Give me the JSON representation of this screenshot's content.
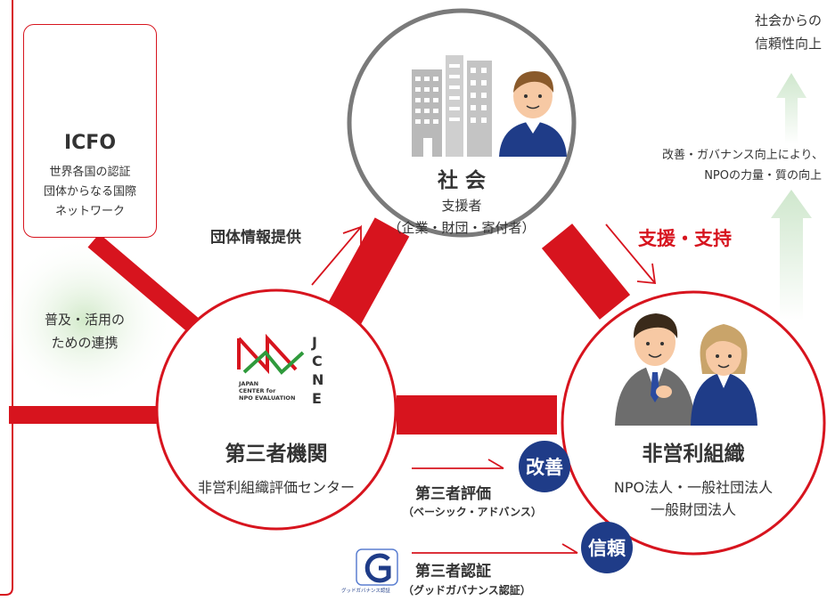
{
  "icfo": {
    "name": "ICFO",
    "desc_line1": "世界各国の認証",
    "desc_line2": "団体からなる国際",
    "desc_line3": "ネットワーク"
  },
  "cooperation": {
    "line1": "普及・活用の",
    "line2": "ための連携"
  },
  "society": {
    "title": "社 会",
    "sub1": "支援者",
    "sub2": "（企業・財団・寄付者）"
  },
  "jcne": {
    "letters": [
      "J",
      "C",
      "N",
      "E"
    ],
    "small_line1": "JAPAN",
    "small_line2": "CENTER for",
    "small_line3": "NPO EVALUATION",
    "title": "第三者機関",
    "subtitle": "非営利組織評価センター"
  },
  "npo": {
    "title": "非営利組織",
    "sub1": "NPO法人・一般社団法人",
    "sub2": "一般財団法人"
  },
  "arrows": {
    "info": "団体情報提供",
    "support": "支援・支持",
    "evaluation": "第三者評価",
    "evaluation_sub": "（ベーシック・アドバンス）",
    "certification": "第三者認証",
    "certification_sub": "（グッドガバナンス認証）"
  },
  "badges": {
    "improve": "改善",
    "trust": "信頼"
  },
  "good_gov_logo_text": "グッドガバナンス認証",
  "right_side": {
    "top_line1": "社会からの",
    "top_line2": "信頼性向上",
    "mid_line1": "改善・ガバナンス向上により、",
    "mid_line2": "NPOの力量・質の向上"
  },
  "colors": {
    "red": "#d7141e",
    "navy": "#1f3c88",
    "green": "#3aa041",
    "gray": "#777777"
  }
}
